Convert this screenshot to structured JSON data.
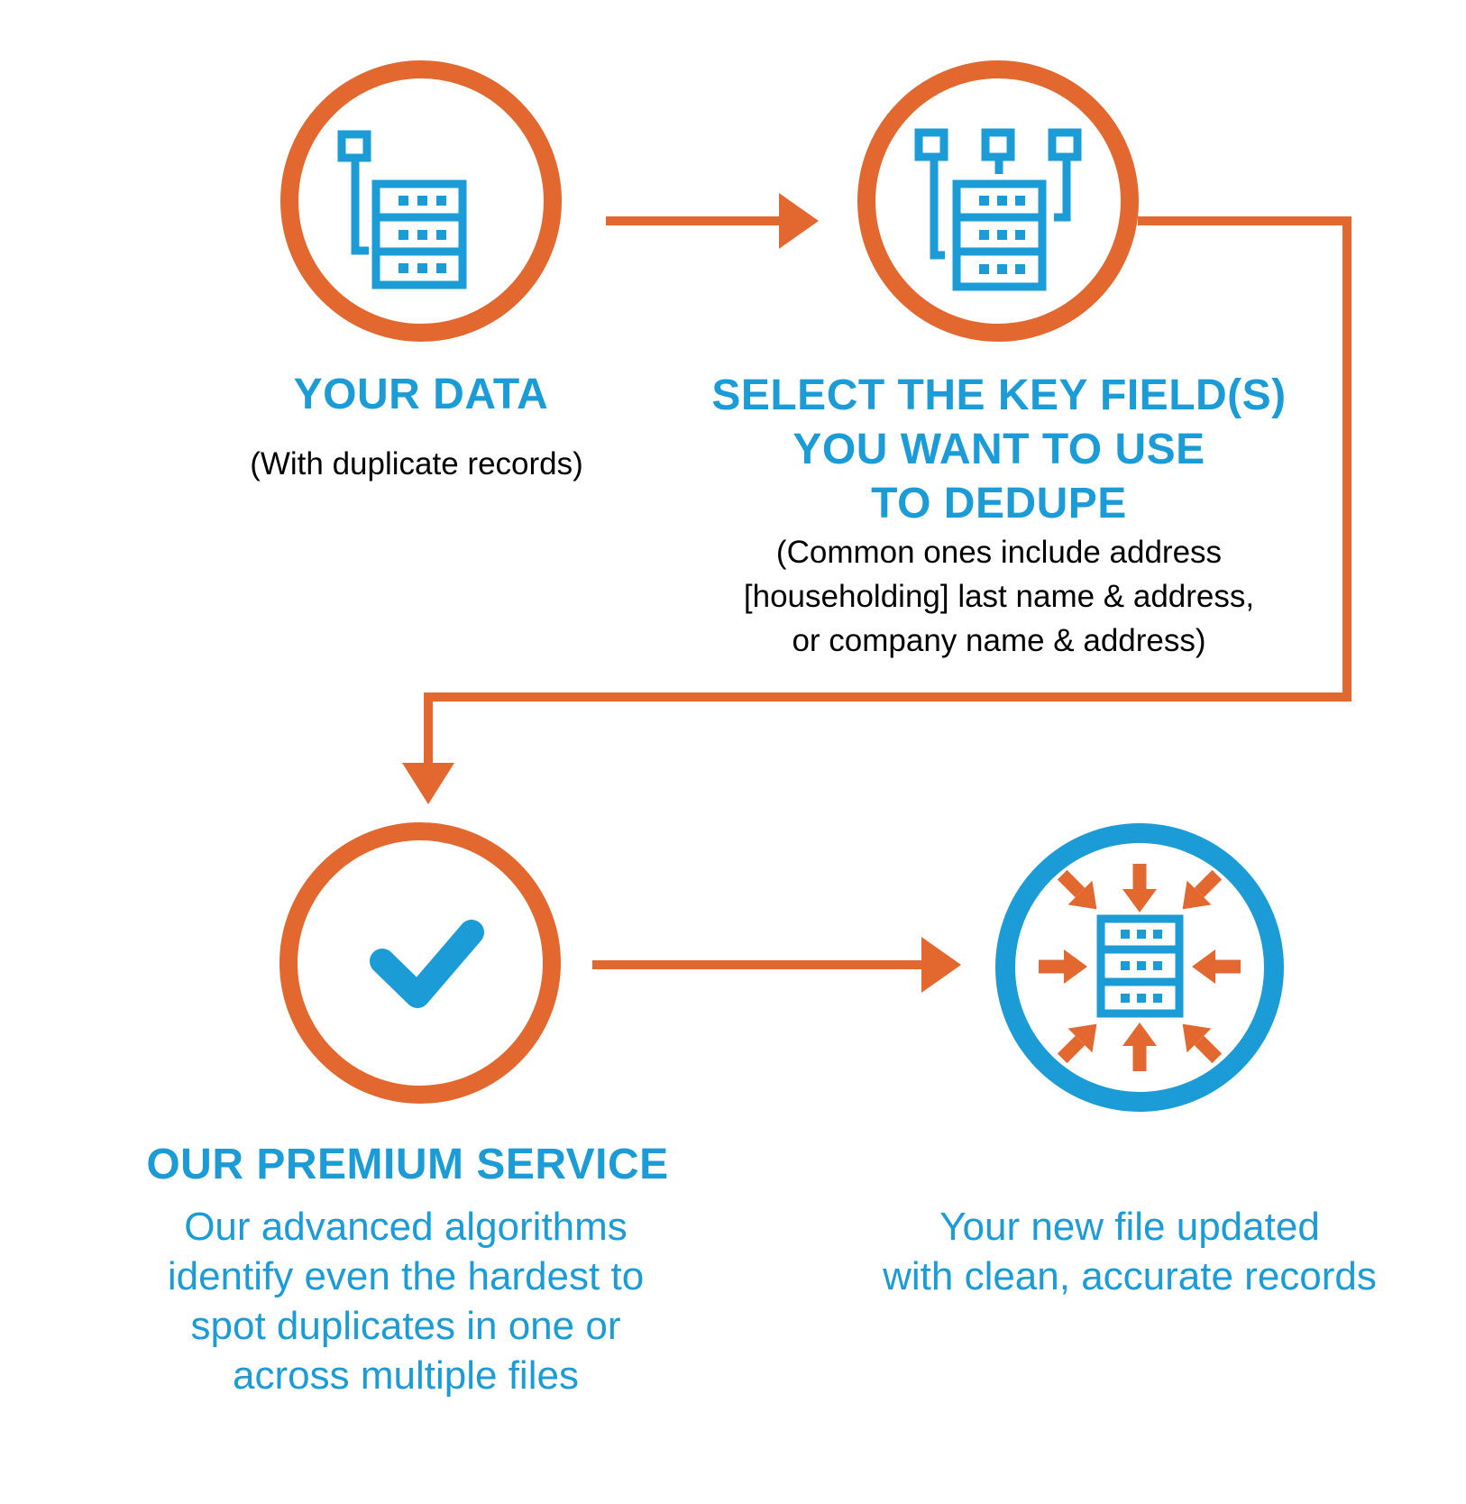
{
  "colors": {
    "orange": "#E2682F",
    "blue": "#1C9CD6",
    "black": "#000000",
    "background": "#FFFFFF"
  },
  "diagram": {
    "steps": [
      {
        "id": "your-data",
        "icon": "database-with-key-field",
        "title": "YOUR DATA",
        "subtitle": "(With duplicate records)"
      },
      {
        "id": "select-key-fields",
        "icon": "database-with-three-key-fields",
        "title": "SELECT THE KEY FIELD(S)\nYOU WANT TO USE\nTO DEDUPE",
        "subtitle": "(Common ones include address\n[householding] last name & address,\nor company name & address)"
      },
      {
        "id": "premium-service",
        "icon": "checkmark",
        "title": "OUR PREMIUM SERVICE",
        "subtitle": "Our advanced algorithms\nidentify even the hardest to\nspot duplicates in one or\nacross multiple files"
      },
      {
        "id": "clean-file",
        "icon": "database-compressed-inward-arrows",
        "subtitle": "Your new file updated\nwith clean, accurate records"
      }
    ]
  }
}
